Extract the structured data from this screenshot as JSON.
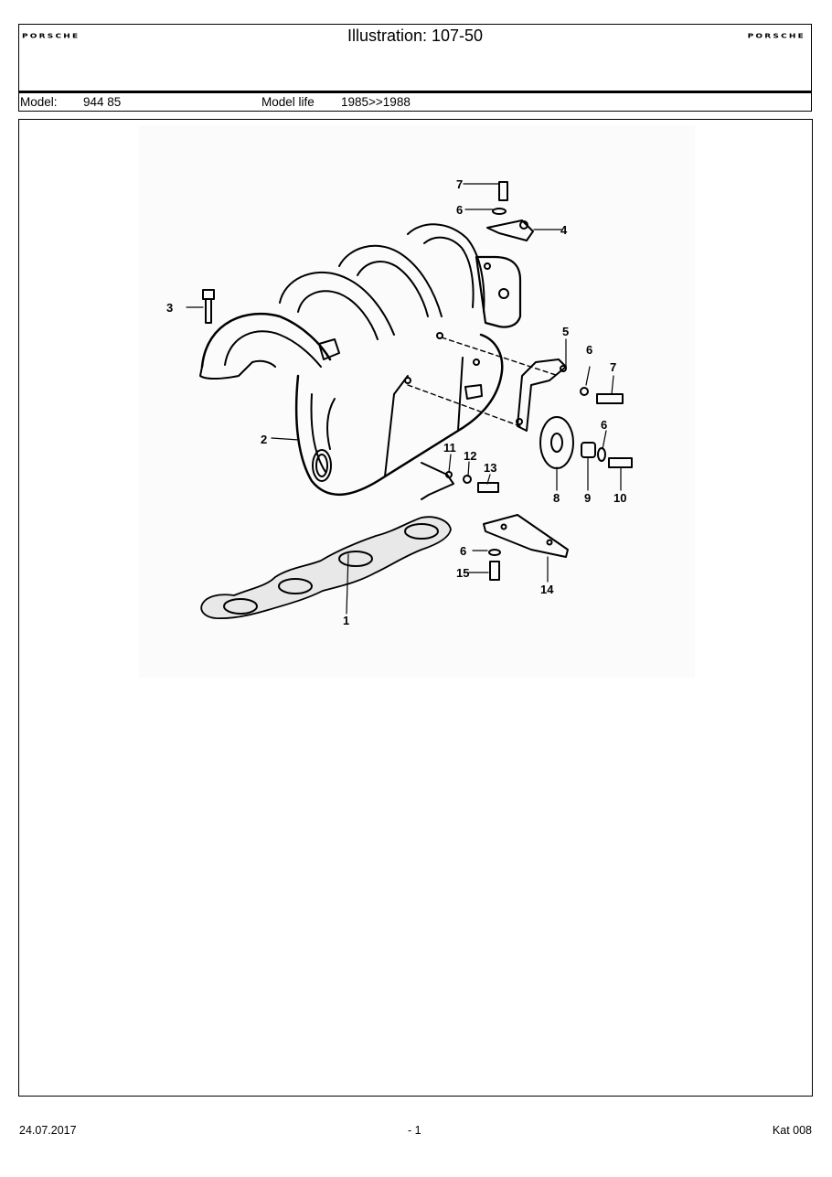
{
  "header": {
    "brand_left": "PORSCHE",
    "brand_right": "PORSCHE",
    "title": "Illustration: 107-50",
    "model_label": "Model:",
    "model_value": "944 85",
    "model_life_label": "Model life",
    "model_life_value": "1985>>1988"
  },
  "diagram": {
    "callouts": [
      "1",
      "2",
      "3",
      "4",
      "5",
      "6",
      "6",
      "6",
      "6",
      "7",
      "7",
      "8",
      "9",
      "10",
      "11",
      "12",
      "13",
      "14",
      "15"
    ]
  },
  "footer": {
    "date": "24.07.2017",
    "page": "- 1",
    "catalog": "Kat 008"
  }
}
